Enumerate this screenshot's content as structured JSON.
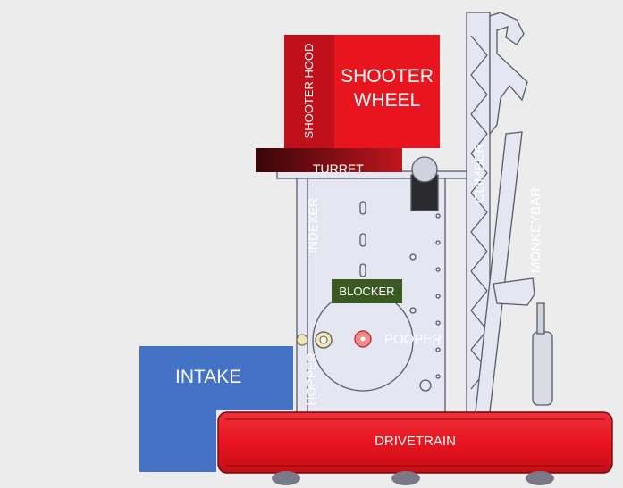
{
  "labels": {
    "shooter_hood": "SHOOTER HOOD",
    "shooter_wheel_line1": "SHOOTER",
    "shooter_wheel_line2": "WHEEL",
    "turret": "TURRET",
    "indexer": "INDEXER",
    "climber": "CLIMBER",
    "monkeybar": "MONKEYBAR",
    "blocker": "BLOCKER",
    "pooper": "POOPER",
    "hopper": "HOPPER",
    "intake": "INTAKE",
    "drivetrain": "DRIVETRAIN"
  },
  "colors": {
    "background": "#ececec",
    "shooter_hood": "#c0101a",
    "shooter_wheel": "#e8141e",
    "turret_dark": "#3a0508",
    "turret_light": "#c0161e",
    "blocker": "#3a5a22",
    "intake": "#4472c4",
    "drivetrain": "#e8141e",
    "frame": "#e4e6f2",
    "frame_line": "#5a5a66"
  }
}
